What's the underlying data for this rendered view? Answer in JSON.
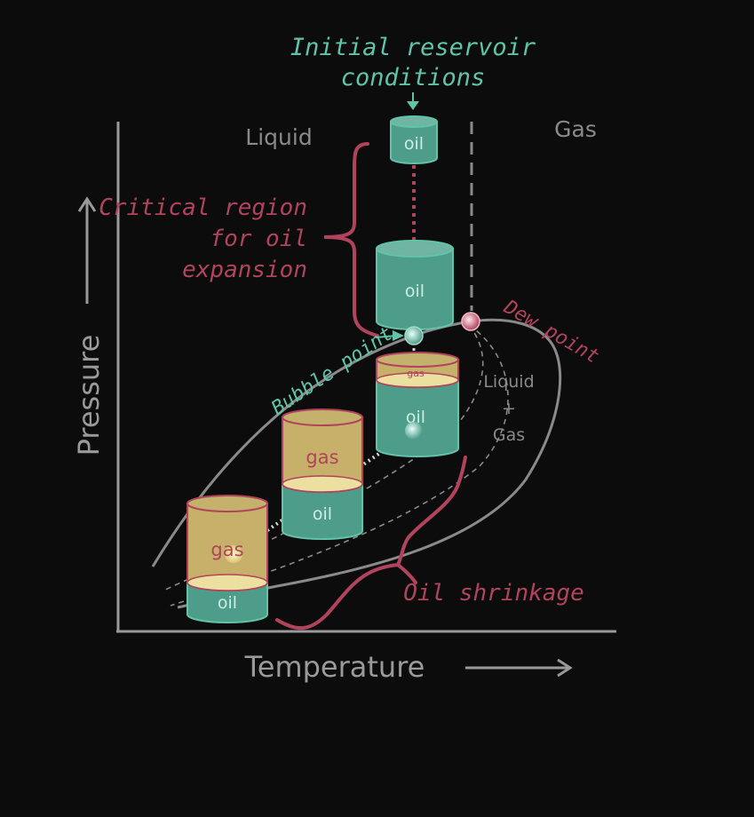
{
  "title": {
    "line1": "Initial reservoir",
    "line2": "conditions"
  },
  "axes": {
    "x_label": "Temperature",
    "y_label": "Pressure"
  },
  "regions": {
    "liquid": "Liquid",
    "gas": "Gas",
    "two_phase": {
      "line1": "Liquid",
      "line2": "+",
      "line3": "Gas"
    }
  },
  "annotations": {
    "critical_region": {
      "line1": "Critical region",
      "line2": "for oil",
      "line3": "expansion"
    },
    "bubble_point": "Bubble point",
    "dew_point": "Dew point",
    "oil_shrinkage": "Oil shrinkage"
  },
  "cylinders": {
    "initial": {
      "oil": "oil"
    },
    "expanded": {
      "oil": "oil"
    },
    "below_bubble": {
      "gas": "gas",
      "oil": "oil"
    },
    "middle": {
      "gas": "gas",
      "oil": "oil"
    },
    "lowest": {
      "gas": "gas",
      "oil": "oil"
    }
  },
  "colors": {
    "background": "#0c0c0c",
    "teal": "#5fc4a8",
    "oil_fill": "#4e9c8a",
    "gas_fill": "#c6b06a",
    "crimson": "#b2435d",
    "axis": "#9a9a9a",
    "envelope": "#8a8a8a"
  }
}
